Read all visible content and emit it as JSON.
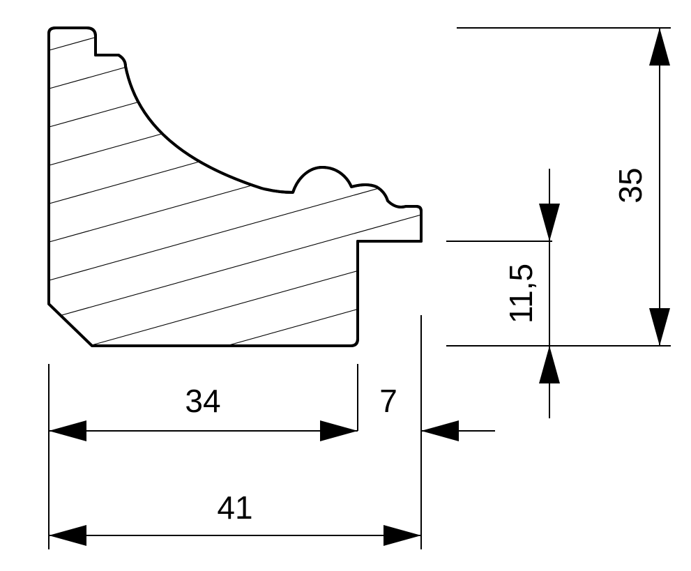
{
  "dimensions": {
    "width_rebate": "34",
    "width_lip": "7",
    "width_total": "41",
    "height_rebate": "11,5",
    "height_total": "35"
  },
  "colors": {
    "background": "#ffffff",
    "ink": "#000000"
  }
}
